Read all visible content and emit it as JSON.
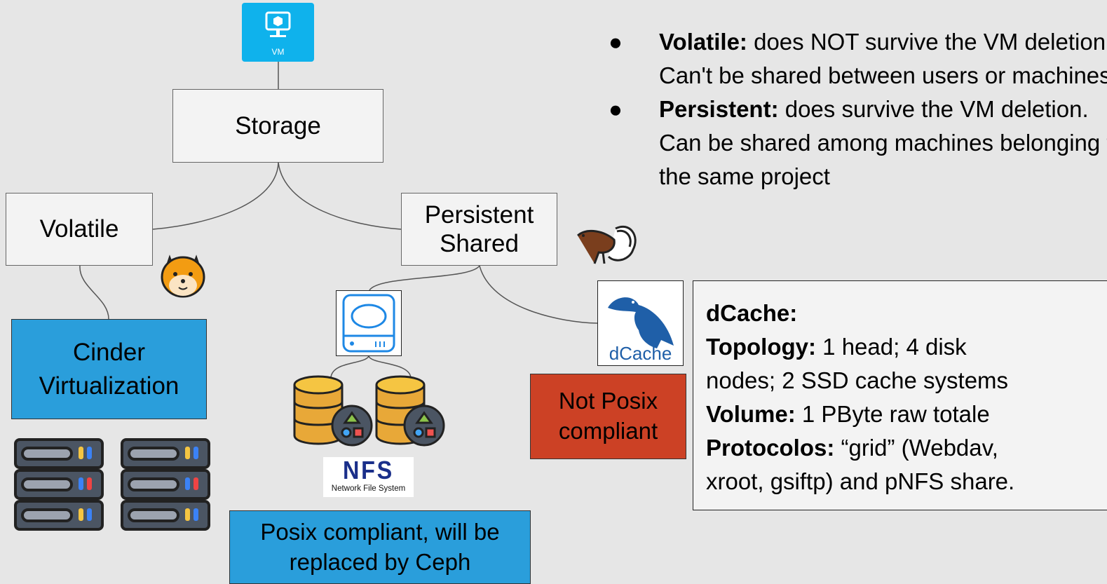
{
  "vm_icon": {
    "label": "VM",
    "icon": "vm-monitor-icon",
    "color": "#0fb2ec"
  },
  "nodes": {
    "storage": "Storage",
    "volatile": "Volatile",
    "persistent_line1": "Persistent",
    "persistent_line2": "Shared"
  },
  "cinder": {
    "line1": "Cinder",
    "line2": "Virtualization",
    "color": "#2a9edb"
  },
  "posix_box": {
    "line1": "Posix compliant, will be",
    "line2": "replaced by Ceph"
  },
  "not_posix_box": {
    "line1": "Not Posix",
    "line2": "compliant",
    "color": "#cc4125"
  },
  "nfs_logo": {
    "title": "NFS",
    "subtitle": "Network File System"
  },
  "dcache_logo": {
    "text": "dCache"
  },
  "bullets": [
    {
      "term": "Volatile:",
      "text": " does NOT survive the VM deletion.",
      "line2": "Can't be shared between users or machines"
    },
    {
      "term": "Persistent:",
      "text": " does survive the VM deletion.",
      "line2": "Can be shared among machines belonging to",
      "line3": "the same project"
    }
  ],
  "dcache_info": {
    "title": "dCache:",
    "topology_label": "Topology:",
    "topology_value": " 1 head; 4 disk",
    "topology_value2": "nodes; 2 SSD cache systems",
    "volume_label": "Volume:",
    "volume_value": " 1 PByte raw totale",
    "protocols_label": "Protocolos:",
    "protocols_value": " “grid” (Webdav,",
    "protocols_value2": "xroot, gsiftp) and pNFS share."
  },
  "icons": [
    "chipmunk-icon",
    "skunk-icon",
    "server-rack-icon",
    "database-icon",
    "hard-drive-icon"
  ]
}
